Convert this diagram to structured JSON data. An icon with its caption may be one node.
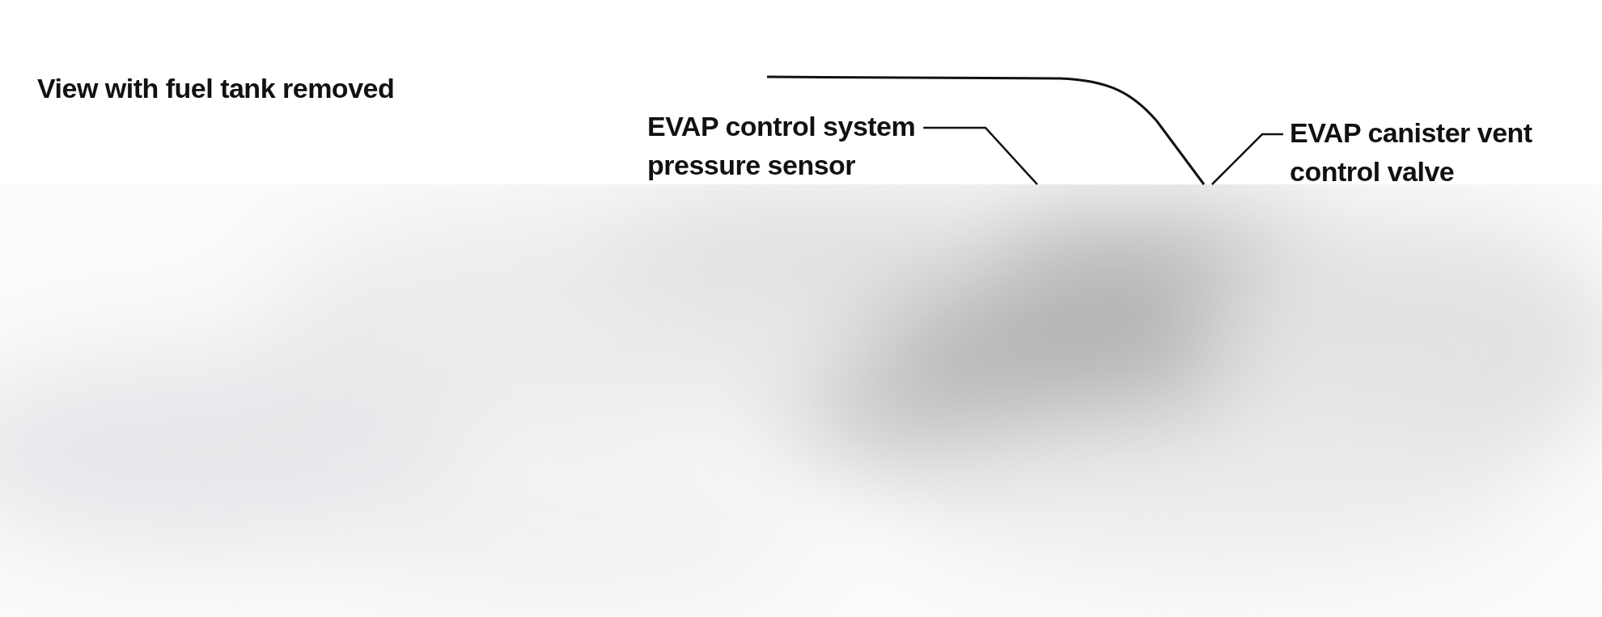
{
  "diagram": {
    "title": "View with fuel tank removed",
    "nodes": [
      {
        "text": [
          "EVAP control system pressure sensor"
        ]
      },
      {
        "text": [
          "EVAP canister vent control valve"
        ]
      },
      {
        "text": [],
        "shape": "picture"
      }
    ],
    "edges": [
      {
        "from": 0,
        "to": 2,
        "arrow": "none"
      },
      {
        "from": 1,
        "to": 2,
        "arrow": "none"
      }
    ]
  }
}
